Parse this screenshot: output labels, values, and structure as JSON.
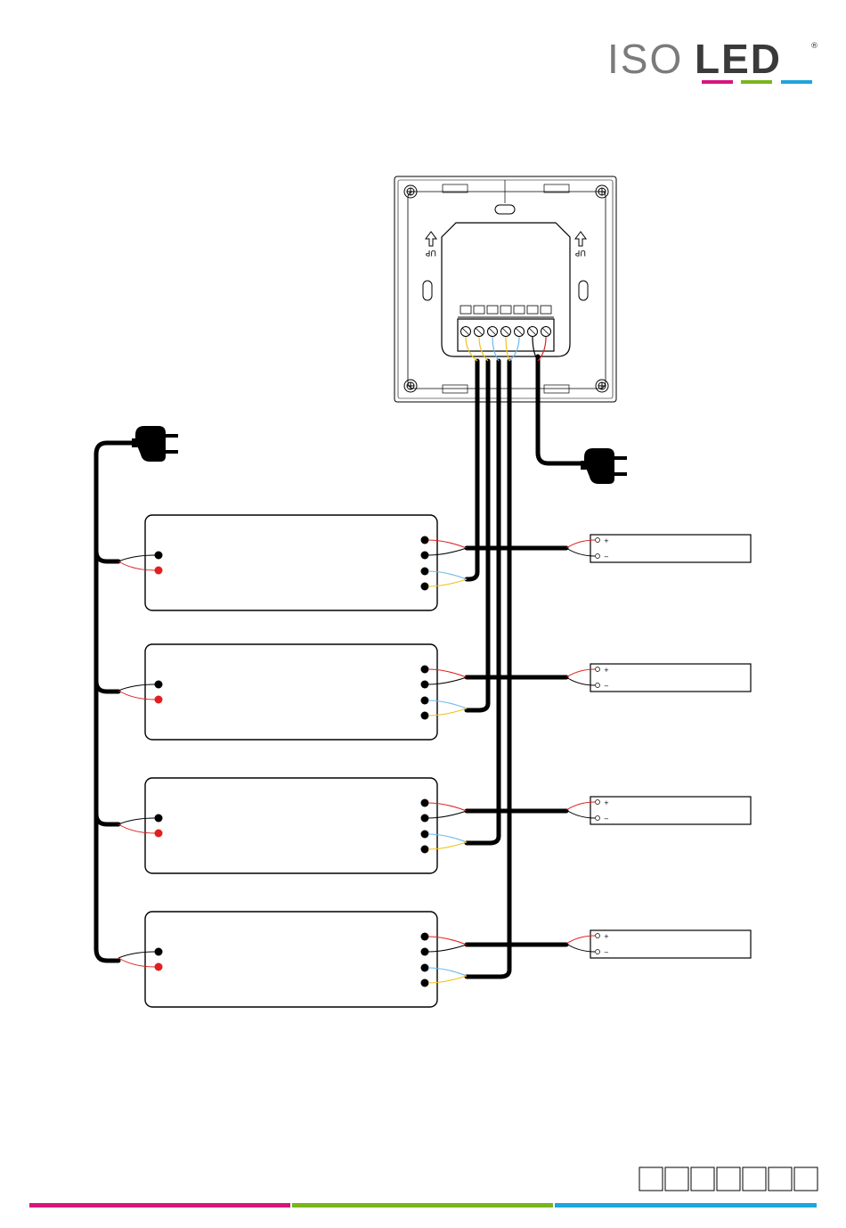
{
  "brand": {
    "name_light": "ISO",
    "name_bold": "LED",
    "registered": "®",
    "colors": {
      "magenta": "#d6157f",
      "green": "#7ab51d",
      "cyan": "#1ea5dd"
    }
  },
  "panel": {
    "up_label": "UP",
    "terminal_count": 7
  },
  "wire_colors": {
    "red": "#e02020",
    "blue": "#6fb7ea",
    "yellow": "#f2c21a",
    "black": "#000000"
  },
  "receivers": [
    {
      "id": "receiver-1"
    },
    {
      "id": "receiver-2"
    },
    {
      "id": "receiver-3"
    },
    {
      "id": "receiver-4"
    }
  ],
  "led_strips": [
    {
      "plus": "+",
      "minus": "−"
    },
    {
      "plus": "+",
      "minus": "−"
    },
    {
      "plus": "+",
      "minus": "−"
    },
    {
      "plus": "+",
      "minus": "−"
    }
  ],
  "footer": {
    "code_boxes": 7
  }
}
